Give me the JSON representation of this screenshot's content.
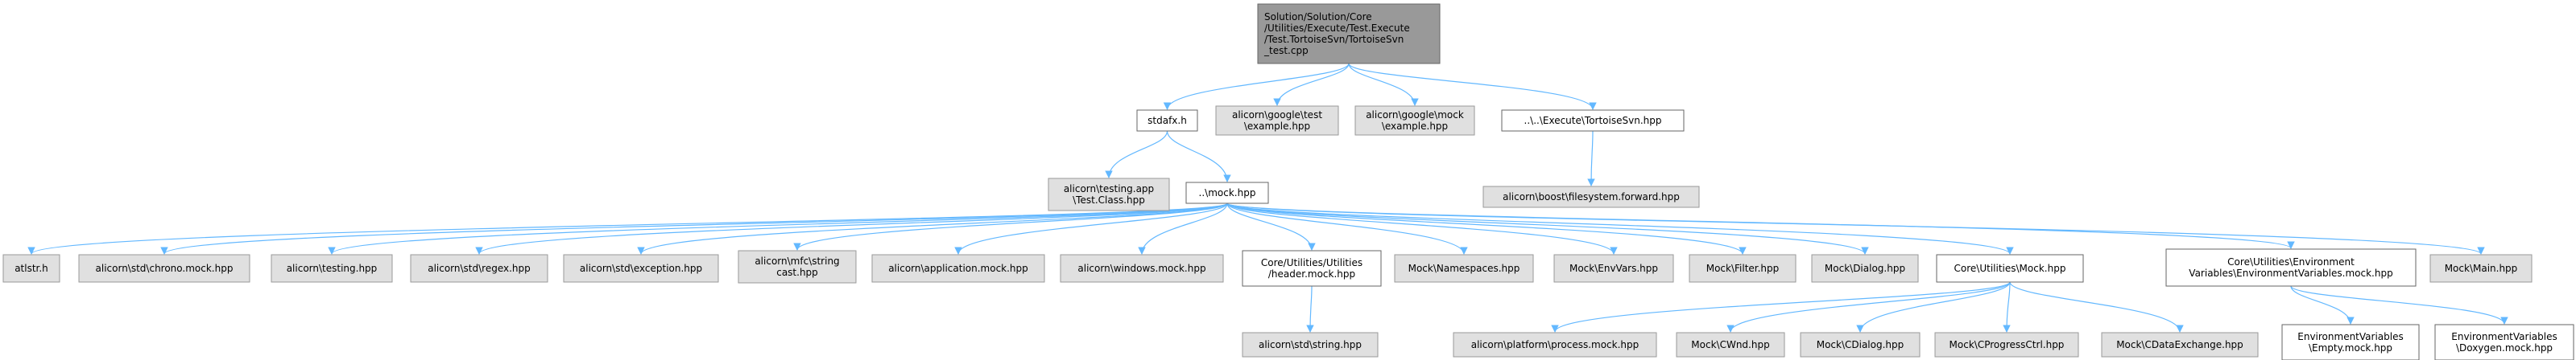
{
  "colors": {
    "edge": "#63b8ff",
    "root_fill": "#999999",
    "node_fill_documented": "#ffffff",
    "node_fill_external": "#e0e0e0",
    "node_stroke": "#666666"
  },
  "nodes": [
    {
      "id": "root",
      "style": "root",
      "lines": [
        "Solution/Solution/Core",
        "/Utilities/Execute/Test.Execute",
        "/Test.TortoiseSvn/TortoiseSvn",
        "_test.cpp"
      ]
    },
    {
      "id": "stdafx",
      "style": "white",
      "lines": [
        "stdafx.h"
      ]
    },
    {
      "id": "google-test",
      "style": "gray",
      "lines": [
        "alicorn\\google\\test",
        "\\example.hpp"
      ]
    },
    {
      "id": "google-mock",
      "style": "gray",
      "lines": [
        "alicorn\\google\\mock",
        "\\example.hpp"
      ]
    },
    {
      "id": "tortoisesvn-hpp",
      "style": "white",
      "lines": [
        "..\\..\\Execute\\TortoiseSvn.hpp"
      ]
    },
    {
      "id": "testing-app",
      "style": "gray",
      "lines": [
        "alicorn\\testing.app",
        "\\Test.Class.hpp"
      ]
    },
    {
      "id": "mock-hpp",
      "style": "white",
      "lines": [
        "..\\mock.hpp"
      ]
    },
    {
      "id": "boost-fs",
      "style": "gray",
      "lines": [
        "alicorn\\boost\\filesystem.forward.hpp"
      ]
    },
    {
      "id": "atlstr",
      "style": "gray",
      "lines": [
        "atlstr.h"
      ]
    },
    {
      "id": "chrono-mock",
      "style": "gray",
      "lines": [
        "alicorn\\std\\chrono.mock.hpp"
      ]
    },
    {
      "id": "testing-hpp",
      "style": "gray",
      "lines": [
        "alicorn\\testing.hpp"
      ]
    },
    {
      "id": "regex",
      "style": "gray",
      "lines": [
        "alicorn\\std\\regex.hpp"
      ]
    },
    {
      "id": "exception",
      "style": "gray",
      "lines": [
        "alicorn\\std\\exception.hpp"
      ]
    },
    {
      "id": "mfc-string",
      "style": "gray",
      "lines": [
        "alicorn\\mfc\\string",
        "cast.hpp"
      ]
    },
    {
      "id": "application-mock",
      "style": "gray",
      "lines": [
        "alicorn\\application.mock.hpp"
      ]
    },
    {
      "id": "windows-mock",
      "style": "gray",
      "lines": [
        "alicorn\\windows.mock.hpp"
      ]
    },
    {
      "id": "header-mock",
      "style": "white",
      "lines": [
        "Core/Utilities/Utilities",
        "/header.mock.hpp"
      ]
    },
    {
      "id": "namespaces",
      "style": "gray",
      "lines": [
        "Mock\\Namespaces.hpp"
      ]
    },
    {
      "id": "envvars",
      "style": "gray",
      "lines": [
        "Mock\\EnvVars.hpp"
      ]
    },
    {
      "id": "filter",
      "style": "gray",
      "lines": [
        "Mock\\Filter.hpp"
      ]
    },
    {
      "id": "dialog",
      "style": "gray",
      "lines": [
        "Mock\\Dialog.hpp"
      ]
    },
    {
      "id": "core-mock",
      "style": "white",
      "lines": [
        "Core\\Utilities\\Mock.hpp"
      ]
    },
    {
      "id": "env-variables-mock",
      "style": "white",
      "lines": [
        "Core\\Utilities\\Environment",
        "Variables\\EnvironmentVariables.mock.hpp"
      ]
    },
    {
      "id": "main-hpp",
      "style": "gray",
      "lines": [
        "Mock\\Main.hpp"
      ]
    },
    {
      "id": "std-string",
      "style": "gray",
      "lines": [
        "alicorn\\std\\string.hpp"
      ]
    },
    {
      "id": "process-mock",
      "style": "gray",
      "lines": [
        "alicorn\\platform\\process.mock.hpp"
      ]
    },
    {
      "id": "cwnd",
      "style": "gray",
      "lines": [
        "Mock\\CWnd.hpp"
      ]
    },
    {
      "id": "cdialog",
      "style": "gray",
      "lines": [
        "Mock\\CDialog.hpp"
      ]
    },
    {
      "id": "cprogressctrl",
      "style": "gray",
      "lines": [
        "Mock\\CProgressCtrl.hpp"
      ]
    },
    {
      "id": "cdataexchange",
      "style": "gray",
      "lines": [
        "Mock\\CDataExchange.hpp"
      ]
    },
    {
      "id": "env-empty",
      "style": "white",
      "lines": [
        "EnvironmentVariables",
        "\\Empty.mock.hpp"
      ]
    },
    {
      "id": "env-doxygen",
      "style": "white",
      "lines": [
        "EnvironmentVariables",
        "\\Doxygen.mock.hpp"
      ]
    }
  ],
  "edges": [
    [
      "root",
      "stdafx"
    ],
    [
      "root",
      "google-test"
    ],
    [
      "root",
      "google-mock"
    ],
    [
      "root",
      "tortoisesvn-hpp"
    ],
    [
      "stdafx",
      "testing-app"
    ],
    [
      "stdafx",
      "mock-hpp"
    ],
    [
      "tortoisesvn-hpp",
      "boost-fs"
    ],
    [
      "mock-hpp",
      "atlstr"
    ],
    [
      "mock-hpp",
      "chrono-mock"
    ],
    [
      "mock-hpp",
      "testing-hpp"
    ],
    [
      "mock-hpp",
      "regex"
    ],
    [
      "mock-hpp",
      "exception"
    ],
    [
      "mock-hpp",
      "mfc-string"
    ],
    [
      "mock-hpp",
      "application-mock"
    ],
    [
      "mock-hpp",
      "windows-mock"
    ],
    [
      "mock-hpp",
      "header-mock"
    ],
    [
      "mock-hpp",
      "namespaces"
    ],
    [
      "mock-hpp",
      "envvars"
    ],
    [
      "mock-hpp",
      "filter"
    ],
    [
      "mock-hpp",
      "dialog"
    ],
    [
      "mock-hpp",
      "core-mock"
    ],
    [
      "mock-hpp",
      "env-variables-mock"
    ],
    [
      "mock-hpp",
      "main-hpp"
    ],
    [
      "header-mock",
      "std-string"
    ],
    [
      "core-mock",
      "process-mock"
    ],
    [
      "core-mock",
      "cwnd"
    ],
    [
      "core-mock",
      "cdialog"
    ],
    [
      "core-mock",
      "cprogressctrl"
    ],
    [
      "core-mock",
      "cdataexchange"
    ],
    [
      "env-variables-mock",
      "env-empty"
    ],
    [
      "env-variables-mock",
      "env-doxygen"
    ]
  ]
}
